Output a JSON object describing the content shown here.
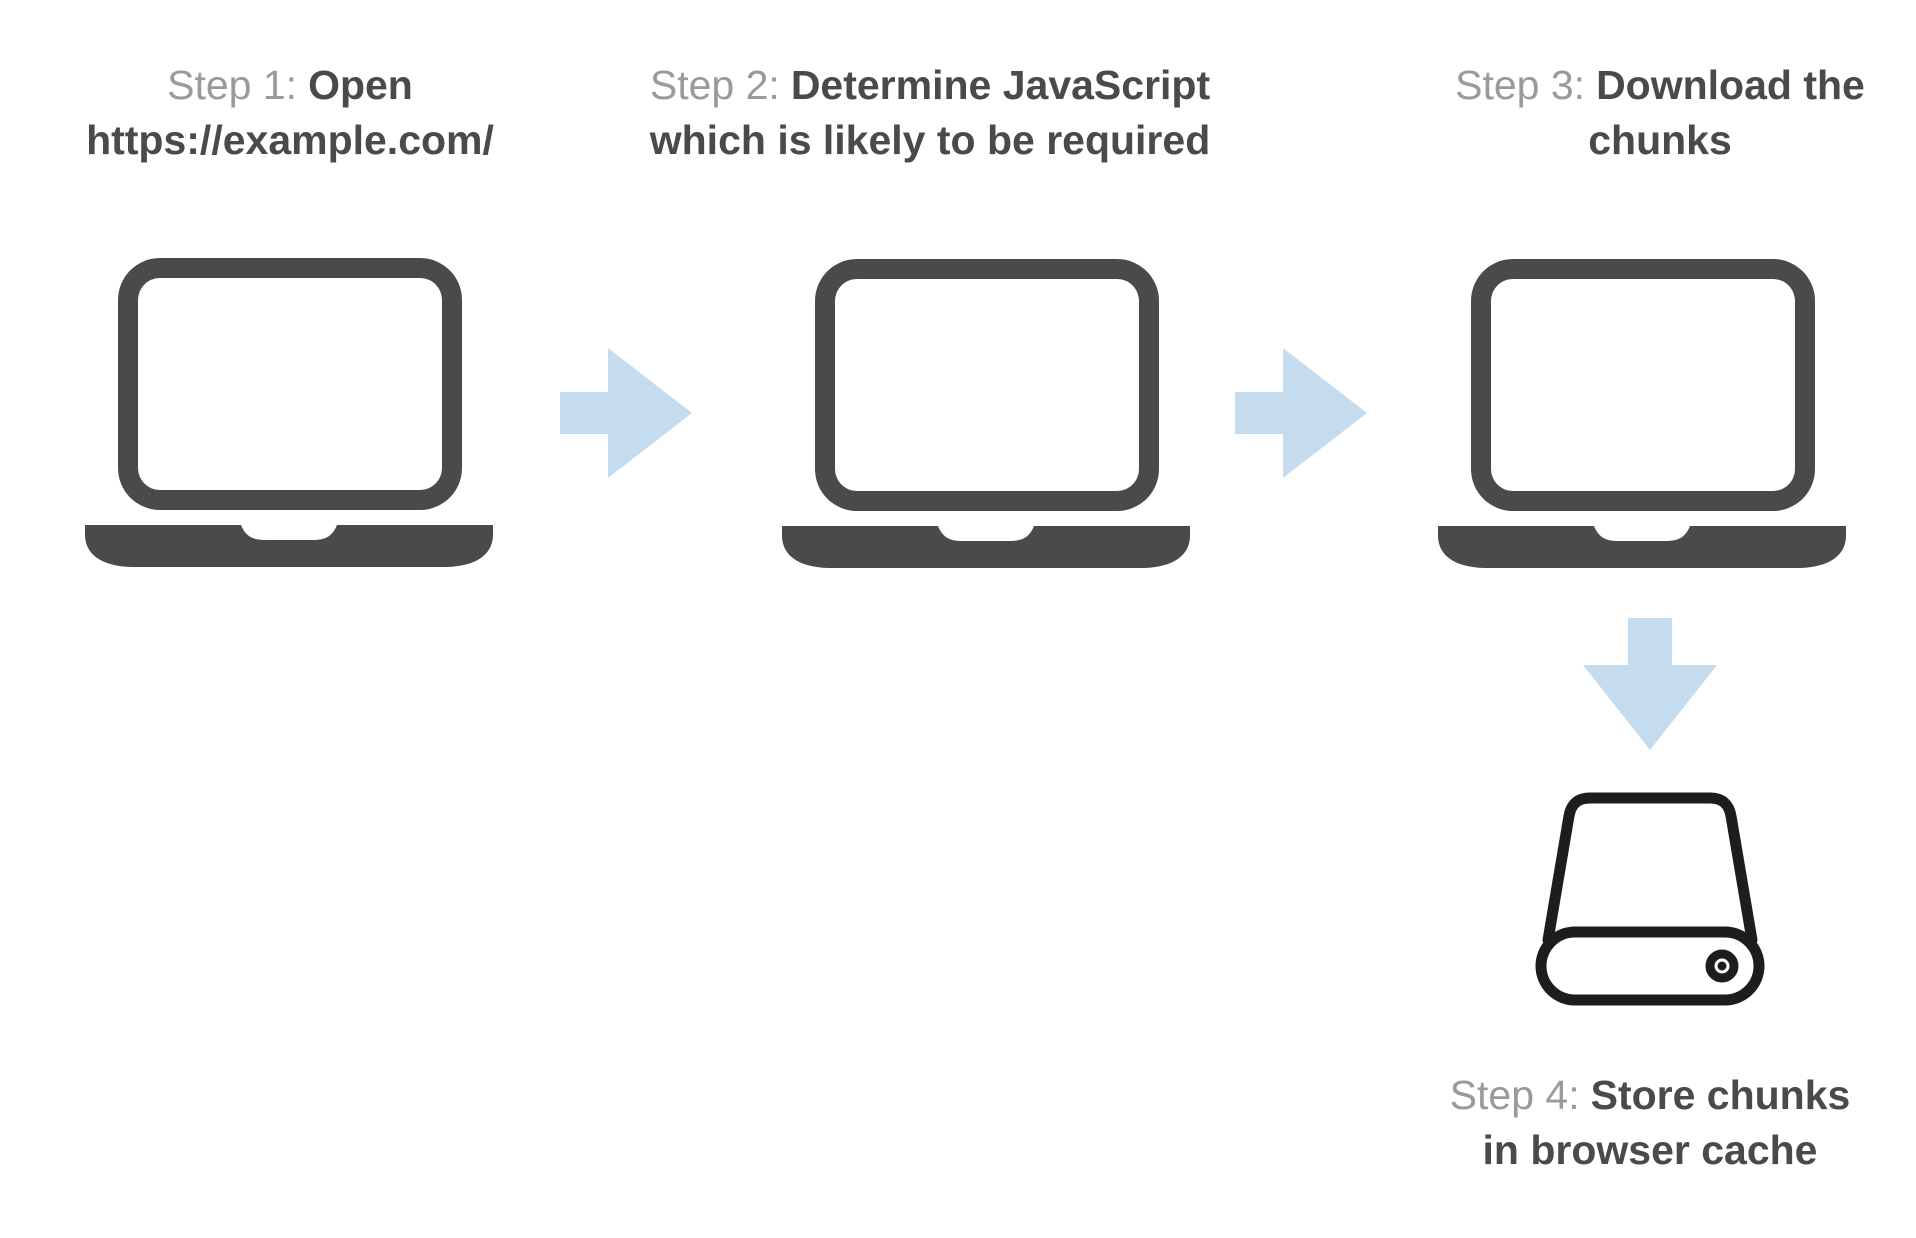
{
  "diagram": {
    "description_visible_steps": 4
  },
  "steps": [
    {
      "prefix": "Step 1:",
      "title_line1": "Open",
      "title_line2": "https://example.com/",
      "icon": "laptop"
    },
    {
      "prefix": "Step 2:",
      "title_line1": "Determine JavaScript",
      "title_line2": "which is likely to be required",
      "icon": "laptop"
    },
    {
      "prefix": "Step 3:",
      "title_line1": "Download the",
      "title_line2": "chunks",
      "icon": "laptop"
    },
    {
      "prefix": "Step 4:",
      "title_line1": "Store chunks",
      "title_line2": "in browser cache",
      "icon": "hard-drive"
    }
  ],
  "arrows": [
    {
      "from_step": 1,
      "to_step": 2,
      "direction": "right"
    },
    {
      "from_step": 2,
      "to_step": 3,
      "direction": "right"
    },
    {
      "from_step": 3,
      "to_step": 4,
      "direction": "down"
    }
  ],
  "colors": {
    "background": "#ffffff",
    "step_label_gray": "#9a9a9a",
    "title_dark": "#4a4a4a",
    "laptop_dark": "#4a4a4a",
    "laptop_screen_fill": "#ffffff",
    "arrow_blue": "#c5dcef",
    "drive_outline": "#1d1d1d",
    "drive_fill": "#ffffff"
  }
}
